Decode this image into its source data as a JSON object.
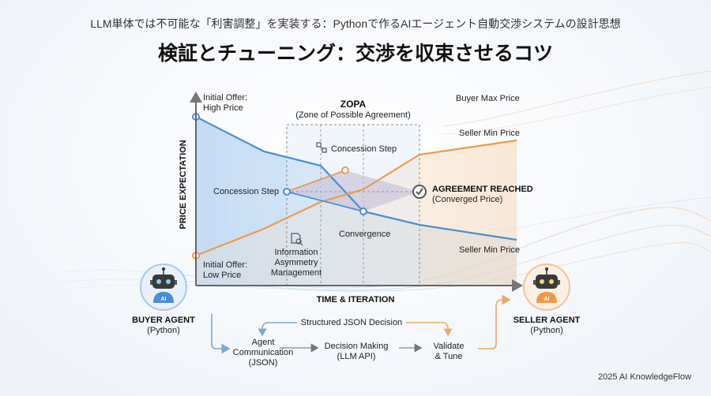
{
  "header": {
    "subtitle": "LLM単体では不可能な「利害調整」を実装する：Pythonで作るAIエージェント自動交渉システムの設計思想",
    "title": "検証とチューニング：交渉を収束させるコツ"
  },
  "chart": {
    "y_axis": "PRICE EXPECTATION",
    "x_axis": "TIME & ITERATION",
    "initial_offer_high": [
      "Initial Offer:",
      "High Price"
    ],
    "initial_offer_low": [
      "Initial Offer:",
      "Low Price"
    ],
    "zopa_title": "ZOPA",
    "zopa_subtitle": "(Zone of Possible Agreement)",
    "buyer_max": "Buyer Max Price",
    "seller_min_top": "Seller Min Price",
    "seller_min_bottom": "Seller Min Price",
    "concession_step_top": "Concession Step",
    "concession_step_left": "Concession Step",
    "agreement_title": "AGREEMENT REACHED",
    "agreement_sub": "(Converged Price)",
    "convergence": "Convergence",
    "info_asym": [
      "Information",
      "Asymmetry",
      "Management"
    ]
  },
  "buyer": {
    "name": "BUYER AGENT",
    "lang": "(Python)",
    "badge": "AI"
  },
  "seller": {
    "name": "SELLER AGENT",
    "lang": "(Python)",
    "badge": "AI"
  },
  "flow": {
    "structured": "Structured JSON Decision",
    "comm": [
      "Agent",
      "Communication",
      "(JSON)"
    ],
    "decision": [
      "Decision Making",
      "(LLM API)"
    ],
    "validate": [
      "Validate",
      "& Tune"
    ]
  },
  "footer": "2025 AI KnowledgeFlow",
  "colors": {
    "buyer_line": "#4a8fd4",
    "seller_line": "#ee9a4d",
    "axis": "#666666"
  }
}
